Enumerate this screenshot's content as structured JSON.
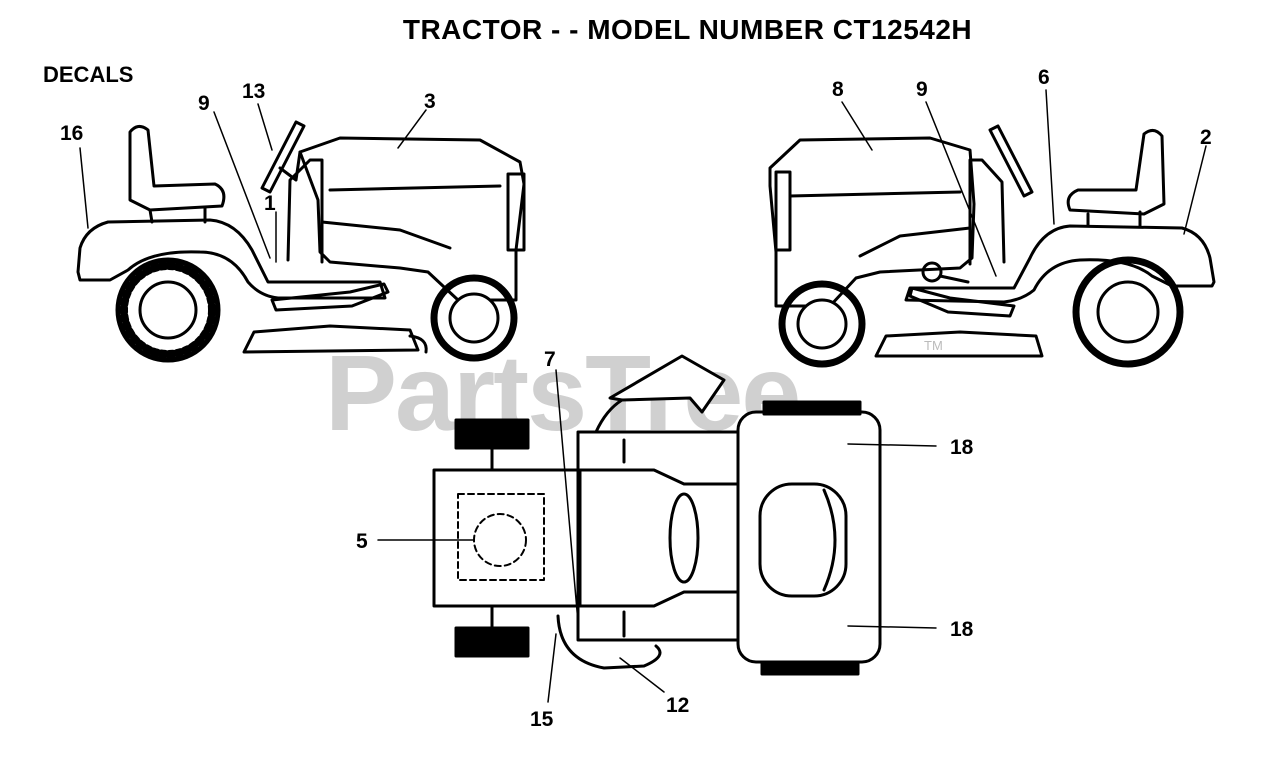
{
  "title": "TRACTOR - - MODEL NUMBER CT12542H",
  "section_label": "DECALS",
  "watermark": "PartsTree",
  "watermark_tm": "TM",
  "callouts": {
    "c16": "16",
    "c9a": "9",
    "c13": "13",
    "c3": "3",
    "c1": "1",
    "c8": "8",
    "c9b": "9",
    "c6": "6",
    "c2": "2",
    "c7": "7",
    "c18a": "18",
    "c5": "5",
    "c18b": "18",
    "c12": "12",
    "c15": "15"
  }
}
